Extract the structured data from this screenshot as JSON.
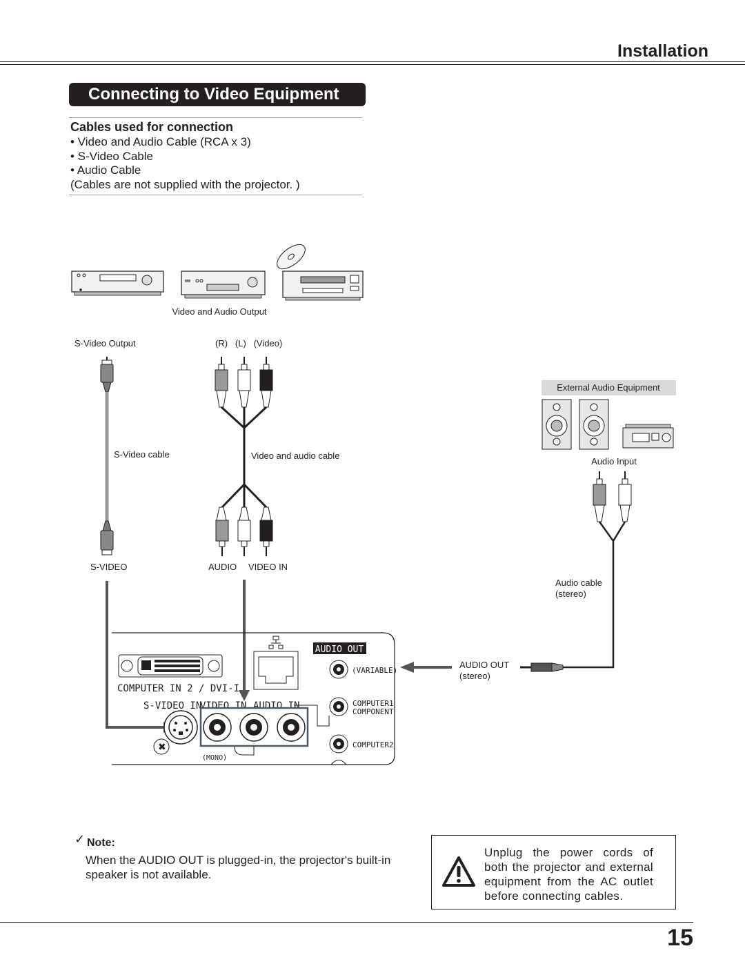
{
  "header": {
    "section_title": "Installation"
  },
  "page": {
    "title": "Connecting to Video Equipment",
    "number": "15"
  },
  "cables": {
    "heading": "Cables used for connection",
    "items": [
      "• Video and Audio Cable (RCA x 3)",
      "• S-Video Cable",
      "• Audio Cable"
    ],
    "footnote": "(Cables are not supplied with the projector. )"
  },
  "diagram": {
    "source_label": "Video and Audio Output",
    "svideo_output": "S-Video Output",
    "rca_labels": "(R)   (L)   (Video)",
    "svideo_cable": "S-Video cable",
    "av_cable": "Video and audio cable",
    "svideo_port": "S-VIDEO",
    "audio_port": "AUDIO",
    "video_in_port": "VIDEO IN",
    "external_audio": "External Audio Equipment",
    "audio_input": "Audio Input",
    "audio_cable": "Audio cable",
    "audio_cable_sub": "(stereo)",
    "audio_out": "AUDIO OUT",
    "audio_out_sub": "(stereo)",
    "panel": {
      "audio_out_tag": "AUDIO OUT",
      "variable": "(VARIABLE)",
      "computer_in2": "COMPUTER IN 2 / DVI-I",
      "svideo_in": "S-VIDEO IN",
      "video_in": "VIDEO IN",
      "audio_in": "AUDIO IN",
      "computer1": "COMPUTER1",
      "component": "COMPONENT",
      "computer2": "COMPUTER2",
      "mono": "(MONO)"
    }
  },
  "note": {
    "check": "✓",
    "heading": "Note:",
    "text": "When the AUDIO OUT is plugged-in, the projector's built-in speaker is not available."
  },
  "warning": {
    "text": "Unplug the power cords of both the projector and external equipment from the AC outlet before connecting cables."
  }
}
